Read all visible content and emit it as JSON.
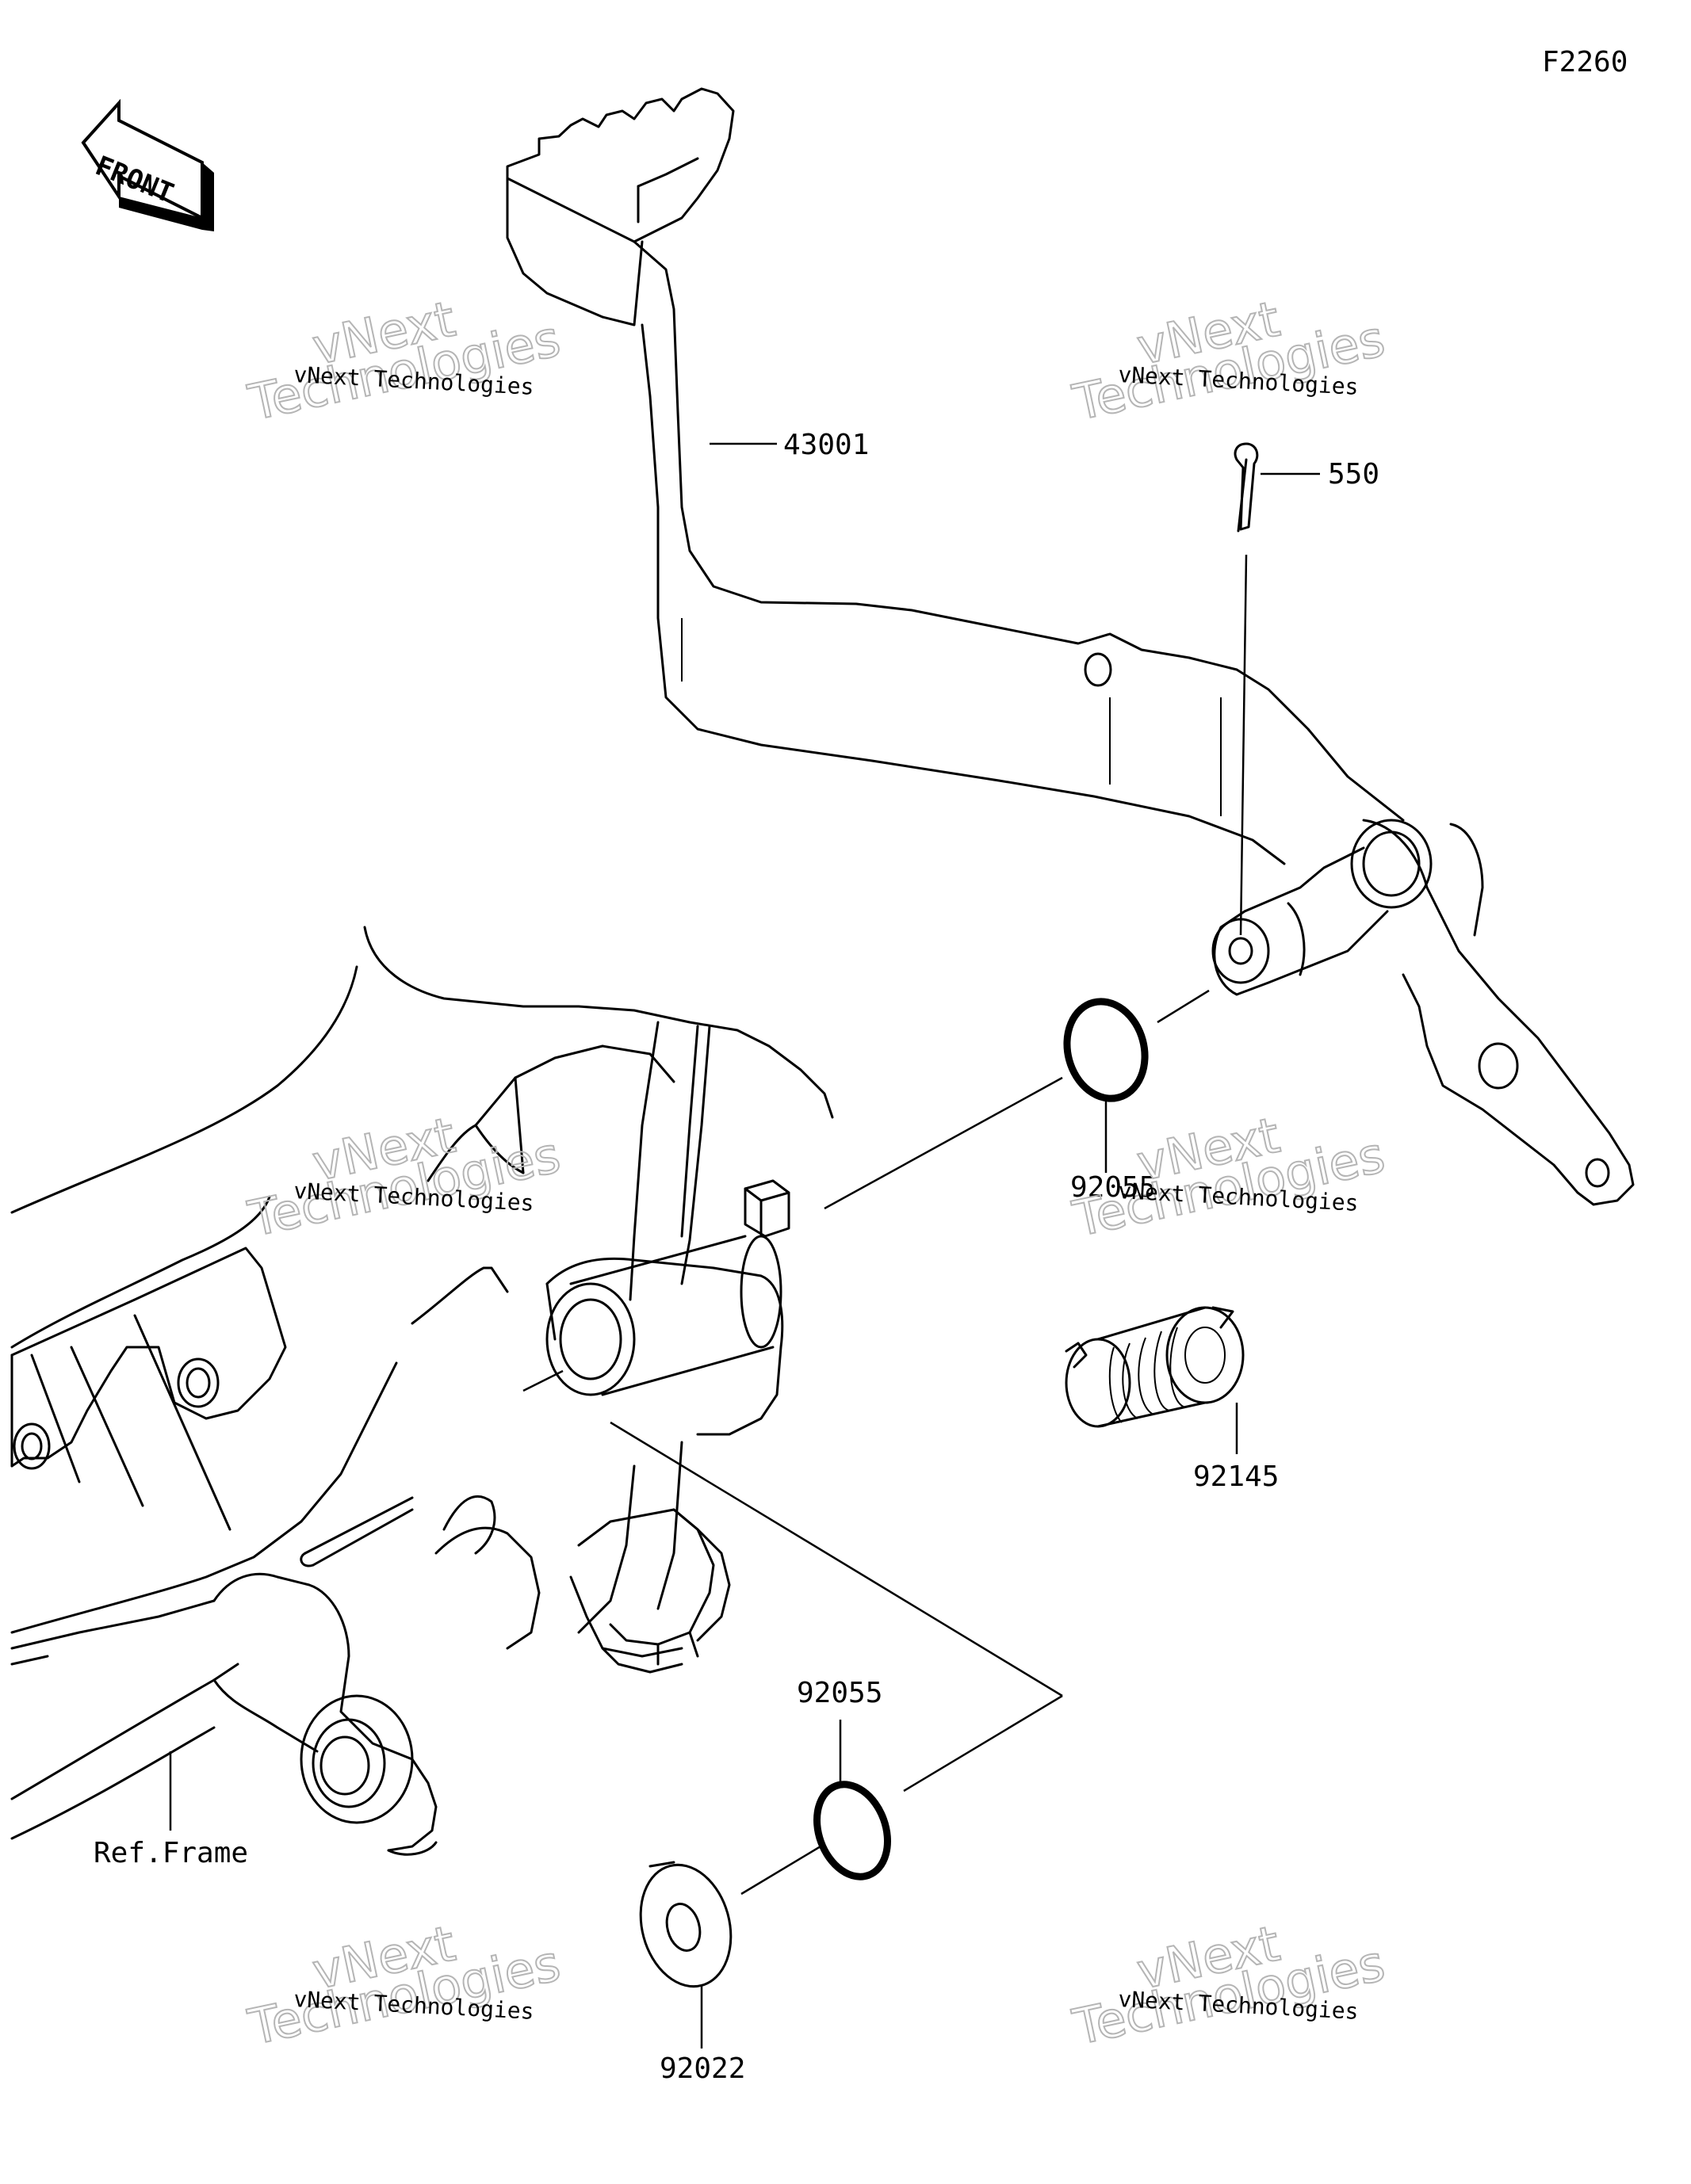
{
  "diagram": {
    "code": "F2260",
    "direction_label": "FRONT",
    "callouts": {
      "pedal": "43001",
      "cotter_pin": "550",
      "oring_upper": "92055",
      "spring": "92145",
      "oring_lower": "92055",
      "washer": "92022",
      "frame_ref": "Ref.Frame"
    },
    "watermark": {
      "line1": "vNext Technologies",
      "line2": "vNext",
      "line3": "Technologies"
    }
  }
}
